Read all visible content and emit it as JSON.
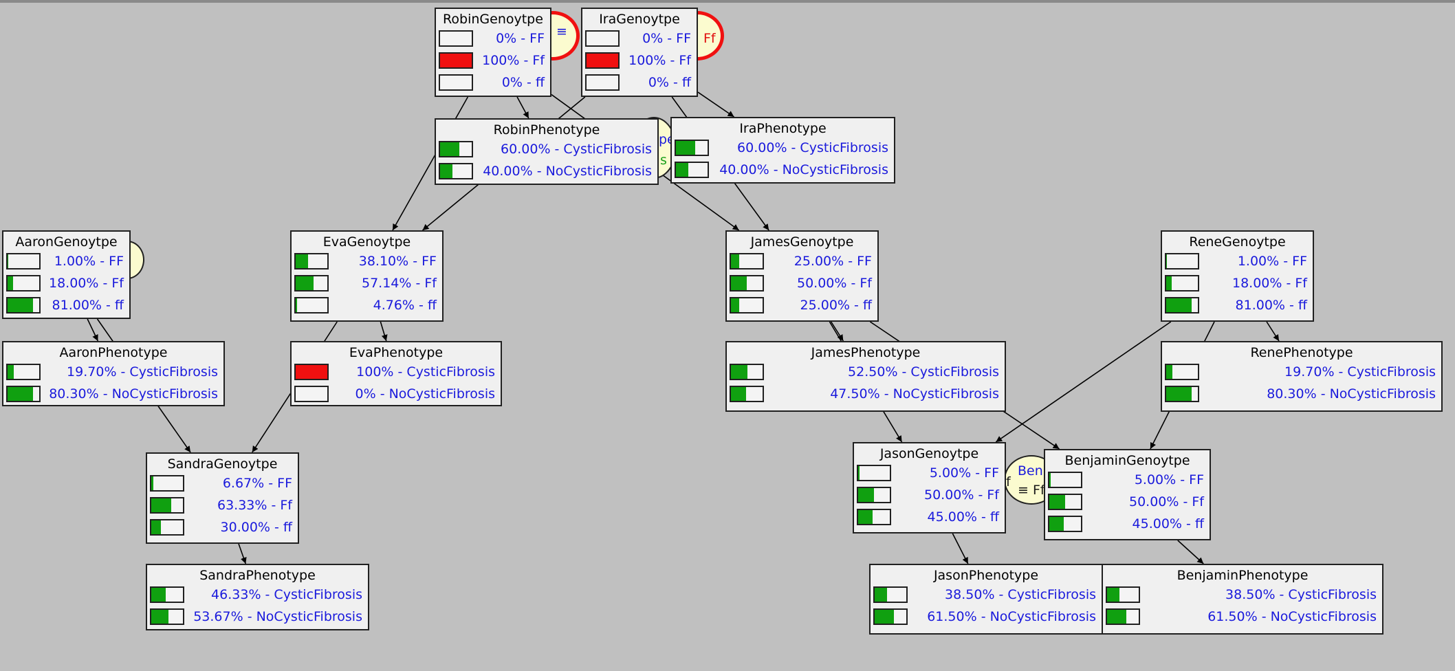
{
  "colors": {
    "background": "#c0c0c0",
    "node_bg": "#f0f0f0",
    "bar_green": "#10a010",
    "bar_red": "#f01010",
    "value_text": "#1a1adc",
    "bubble": "#fbfbcf"
  },
  "nodes": {
    "robin_genotype": {
      "title": "RobinGenoytpe",
      "rows": [
        {
          "label": "0% - FF",
          "value": 0
        },
        {
          "label": "100% - Ff",
          "value": 100,
          "evidence": true
        },
        {
          "label": "0% - ff",
          "value": 0
        }
      ]
    },
    "ira_genotype": {
      "title": "IraGenoytpe",
      "rows": [
        {
          "label": "0% - FF",
          "value": 0
        },
        {
          "label": "100% - Ff",
          "value": 100,
          "evidence": true
        },
        {
          "label": "0% - ff",
          "value": 0
        }
      ]
    },
    "robin_phenotype": {
      "title": "RobinPhenotype",
      "rows": [
        {
          "label": "60.00% - CysticFibrosis",
          "value": 60
        },
        {
          "label": "40.00% - NoCysticFibrosis",
          "value": 40
        }
      ]
    },
    "ira_phenotype": {
      "title": "IraPhenotype",
      "rows": [
        {
          "label": "60.00% - CysticFibrosis",
          "value": 60
        },
        {
          "label": "40.00% - NoCysticFibrosis",
          "value": 40
        }
      ]
    },
    "aaron_genotype": {
      "title": "AaronGenoytpe",
      "rows": [
        {
          "label": "1.00% - FF",
          "value": 1
        },
        {
          "label": "18.00% - Ff",
          "value": 18
        },
        {
          "label": "81.00% - ff",
          "value": 81
        }
      ]
    },
    "eva_genotype": {
      "title": "EvaGenoytpe",
      "rows": [
        {
          "label": "38.10% - FF",
          "value": 38.1
        },
        {
          "label": "57.14% - Ff",
          "value": 57.14
        },
        {
          "label": "4.76% - ff",
          "value": 4.76
        }
      ]
    },
    "james_genotype": {
      "title": "JamesGenoytpe",
      "rows": [
        {
          "label": "25.00% - FF",
          "value": 25
        },
        {
          "label": "50.00% - Ff",
          "value": 50
        },
        {
          "label": "25.00% - ff",
          "value": 25
        }
      ]
    },
    "rene_genotype": {
      "title": "ReneGenoytpe",
      "rows": [
        {
          "label": "1.00% - FF",
          "value": 1
        },
        {
          "label": "18.00% - Ff",
          "value": 18
        },
        {
          "label": "81.00% - ff",
          "value": 81
        }
      ]
    },
    "aaron_phenotype": {
      "title": "AaronPhenotype",
      "rows": [
        {
          "label": "19.70% - CysticFibrosis",
          "value": 19.7
        },
        {
          "label": "80.30% - NoCysticFibrosis",
          "value": 80.3
        }
      ]
    },
    "eva_phenotype": {
      "title": "EvaPhenotype",
      "rows": [
        {
          "label": "100% - CysticFibrosis",
          "value": 100,
          "evidence": true
        },
        {
          "label": "0% - NoCysticFibrosis",
          "value": 0
        }
      ]
    },
    "james_phenotype": {
      "title": "JamesPhenotype",
      "rows": [
        {
          "label": "52.50% - CysticFibrosis",
          "value": 52.5
        },
        {
          "label": "47.50% - NoCysticFibrosis",
          "value": 47.5
        }
      ]
    },
    "rene_phenotype": {
      "title": "RenePhenotype",
      "rows": [
        {
          "label": "19.70% - CysticFibrosis",
          "value": 19.7
        },
        {
          "label": "80.30% - NoCysticFibrosis",
          "value": 80.3
        }
      ]
    },
    "sandra_genotype": {
      "title": "SandraGenoytpe",
      "rows": [
        {
          "label": "6.67% - FF",
          "value": 6.67
        },
        {
          "label": "63.33% - Ff",
          "value": 63.33
        },
        {
          "label": "30.00% - ff",
          "value": 30
        }
      ]
    },
    "jason_genotype": {
      "title": "JasonGenoytpe",
      "rows": [
        {
          "label": "5.00% - FF",
          "value": 5
        },
        {
          "label": "50.00% - Ff",
          "value": 50
        },
        {
          "label": "45.00% - ff",
          "value": 45
        }
      ]
    },
    "benjamin_genotype": {
      "title": "BenjaminGenoytpe",
      "rows": [
        {
          "label": "5.00% - FF",
          "value": 5
        },
        {
          "label": "50.00% - Ff",
          "value": 50
        },
        {
          "label": "45.00% - ff",
          "value": 45
        }
      ]
    },
    "sandra_phenotype": {
      "title": "SandraPhenotype",
      "rows": [
        {
          "label": "46.33% - CysticFibrosis",
          "value": 46.33
        },
        {
          "label": "53.67% - NoCysticFibrosis",
          "value": 53.67
        }
      ]
    },
    "jason_phenotype": {
      "title": "JasonPhenotype",
      "rows": [
        {
          "label": "38.50% - CysticFibrosis",
          "value": 38.5
        },
        {
          "label": "61.50% - NoCysticFibrosis",
          "value": 61.5
        }
      ]
    },
    "benjamin_phenotype": {
      "title": "BenjaminPhenotype",
      "rows": [
        {
          "label": "38.50% - CysticFibrosis",
          "value": 38.5
        },
        {
          "label": "61.50% - NoCysticFibrosis",
          "value": 61.5
        }
      ]
    }
  },
  "bubble_texts": {
    "robin": "≡",
    "ira": "Ff",
    "hidden_mid_top": "pe",
    "hidden_mid_bottom": "s",
    "jason_left": "f",
    "benjamin_top": "Ben",
    "benjamin_bottom": "≡ Ff"
  },
  "edges": [
    [
      "robin_genotype",
      "robin_phenotype"
    ],
    [
      "robin_genotype",
      "eva_genotype"
    ],
    [
      "robin_genotype",
      "james_genotype"
    ],
    [
      "ira_genotype",
      "ira_phenotype"
    ],
    [
      "ira_genotype",
      "eva_genotype"
    ],
    [
      "ira_genotype",
      "james_genotype"
    ],
    [
      "aaron_genotype",
      "aaron_phenotype"
    ],
    [
      "aaron_genotype",
      "sandra_genotype"
    ],
    [
      "eva_genotype",
      "eva_phenotype"
    ],
    [
      "eva_genotype",
      "sandra_genotype"
    ],
    [
      "james_genotype",
      "james_phenotype"
    ],
    [
      "james_genotype",
      "jason_genotype"
    ],
    [
      "james_genotype",
      "benjamin_genotype"
    ],
    [
      "rene_genotype",
      "rene_phenotype"
    ],
    [
      "rene_genotype",
      "jason_genotype"
    ],
    [
      "rene_genotype",
      "benjamin_genotype"
    ],
    [
      "sandra_genotype",
      "sandra_phenotype"
    ],
    [
      "jason_genotype",
      "jason_phenotype"
    ],
    [
      "benjamin_genotype",
      "benjamin_phenotype"
    ]
  ]
}
